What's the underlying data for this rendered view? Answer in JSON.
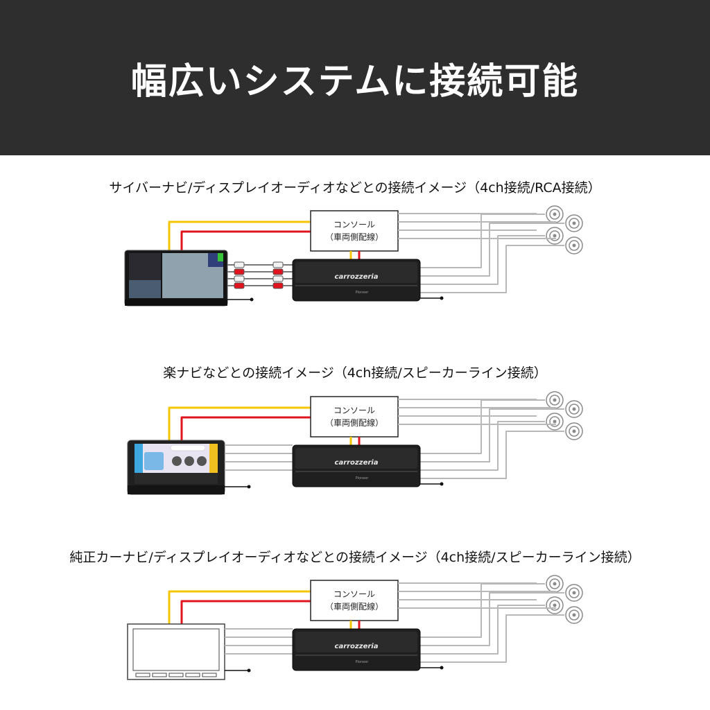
{
  "header": {
    "title": "幅広いシステムに接続可能"
  },
  "sections": [
    {
      "heading": "サイバーナビ/ディスプレイオーディオなどとの接続イメージ（4ch接続/RCA接続）",
      "head_unit": "cyber-navi",
      "connection": "rca"
    },
    {
      "heading": "楽ナビなどとの接続イメージ（4ch接続/スピーカーライン接続）",
      "head_unit": "raku-navi",
      "connection": "speaker-line"
    },
    {
      "heading": "純正カーナビ/ディスプレイオーディオなどとの接続イメージ（4ch接続/スピーカーライン接続）",
      "head_unit": "oem-display",
      "connection": "speaker-line"
    }
  ],
  "console": {
    "line1": "コンソール",
    "line2": "（車両側配線）"
  },
  "amplifier": {
    "brand": "carrozzeria",
    "maker": "Pioneer"
  },
  "colors": {
    "banner": "#2e2e2e",
    "yellow_wire": "#f5c500",
    "red_wire": "#e0141e",
    "speaker_wire": "#b8b8b8",
    "ground_wire": "#111111",
    "amp_body": "#1f1f1f"
  }
}
